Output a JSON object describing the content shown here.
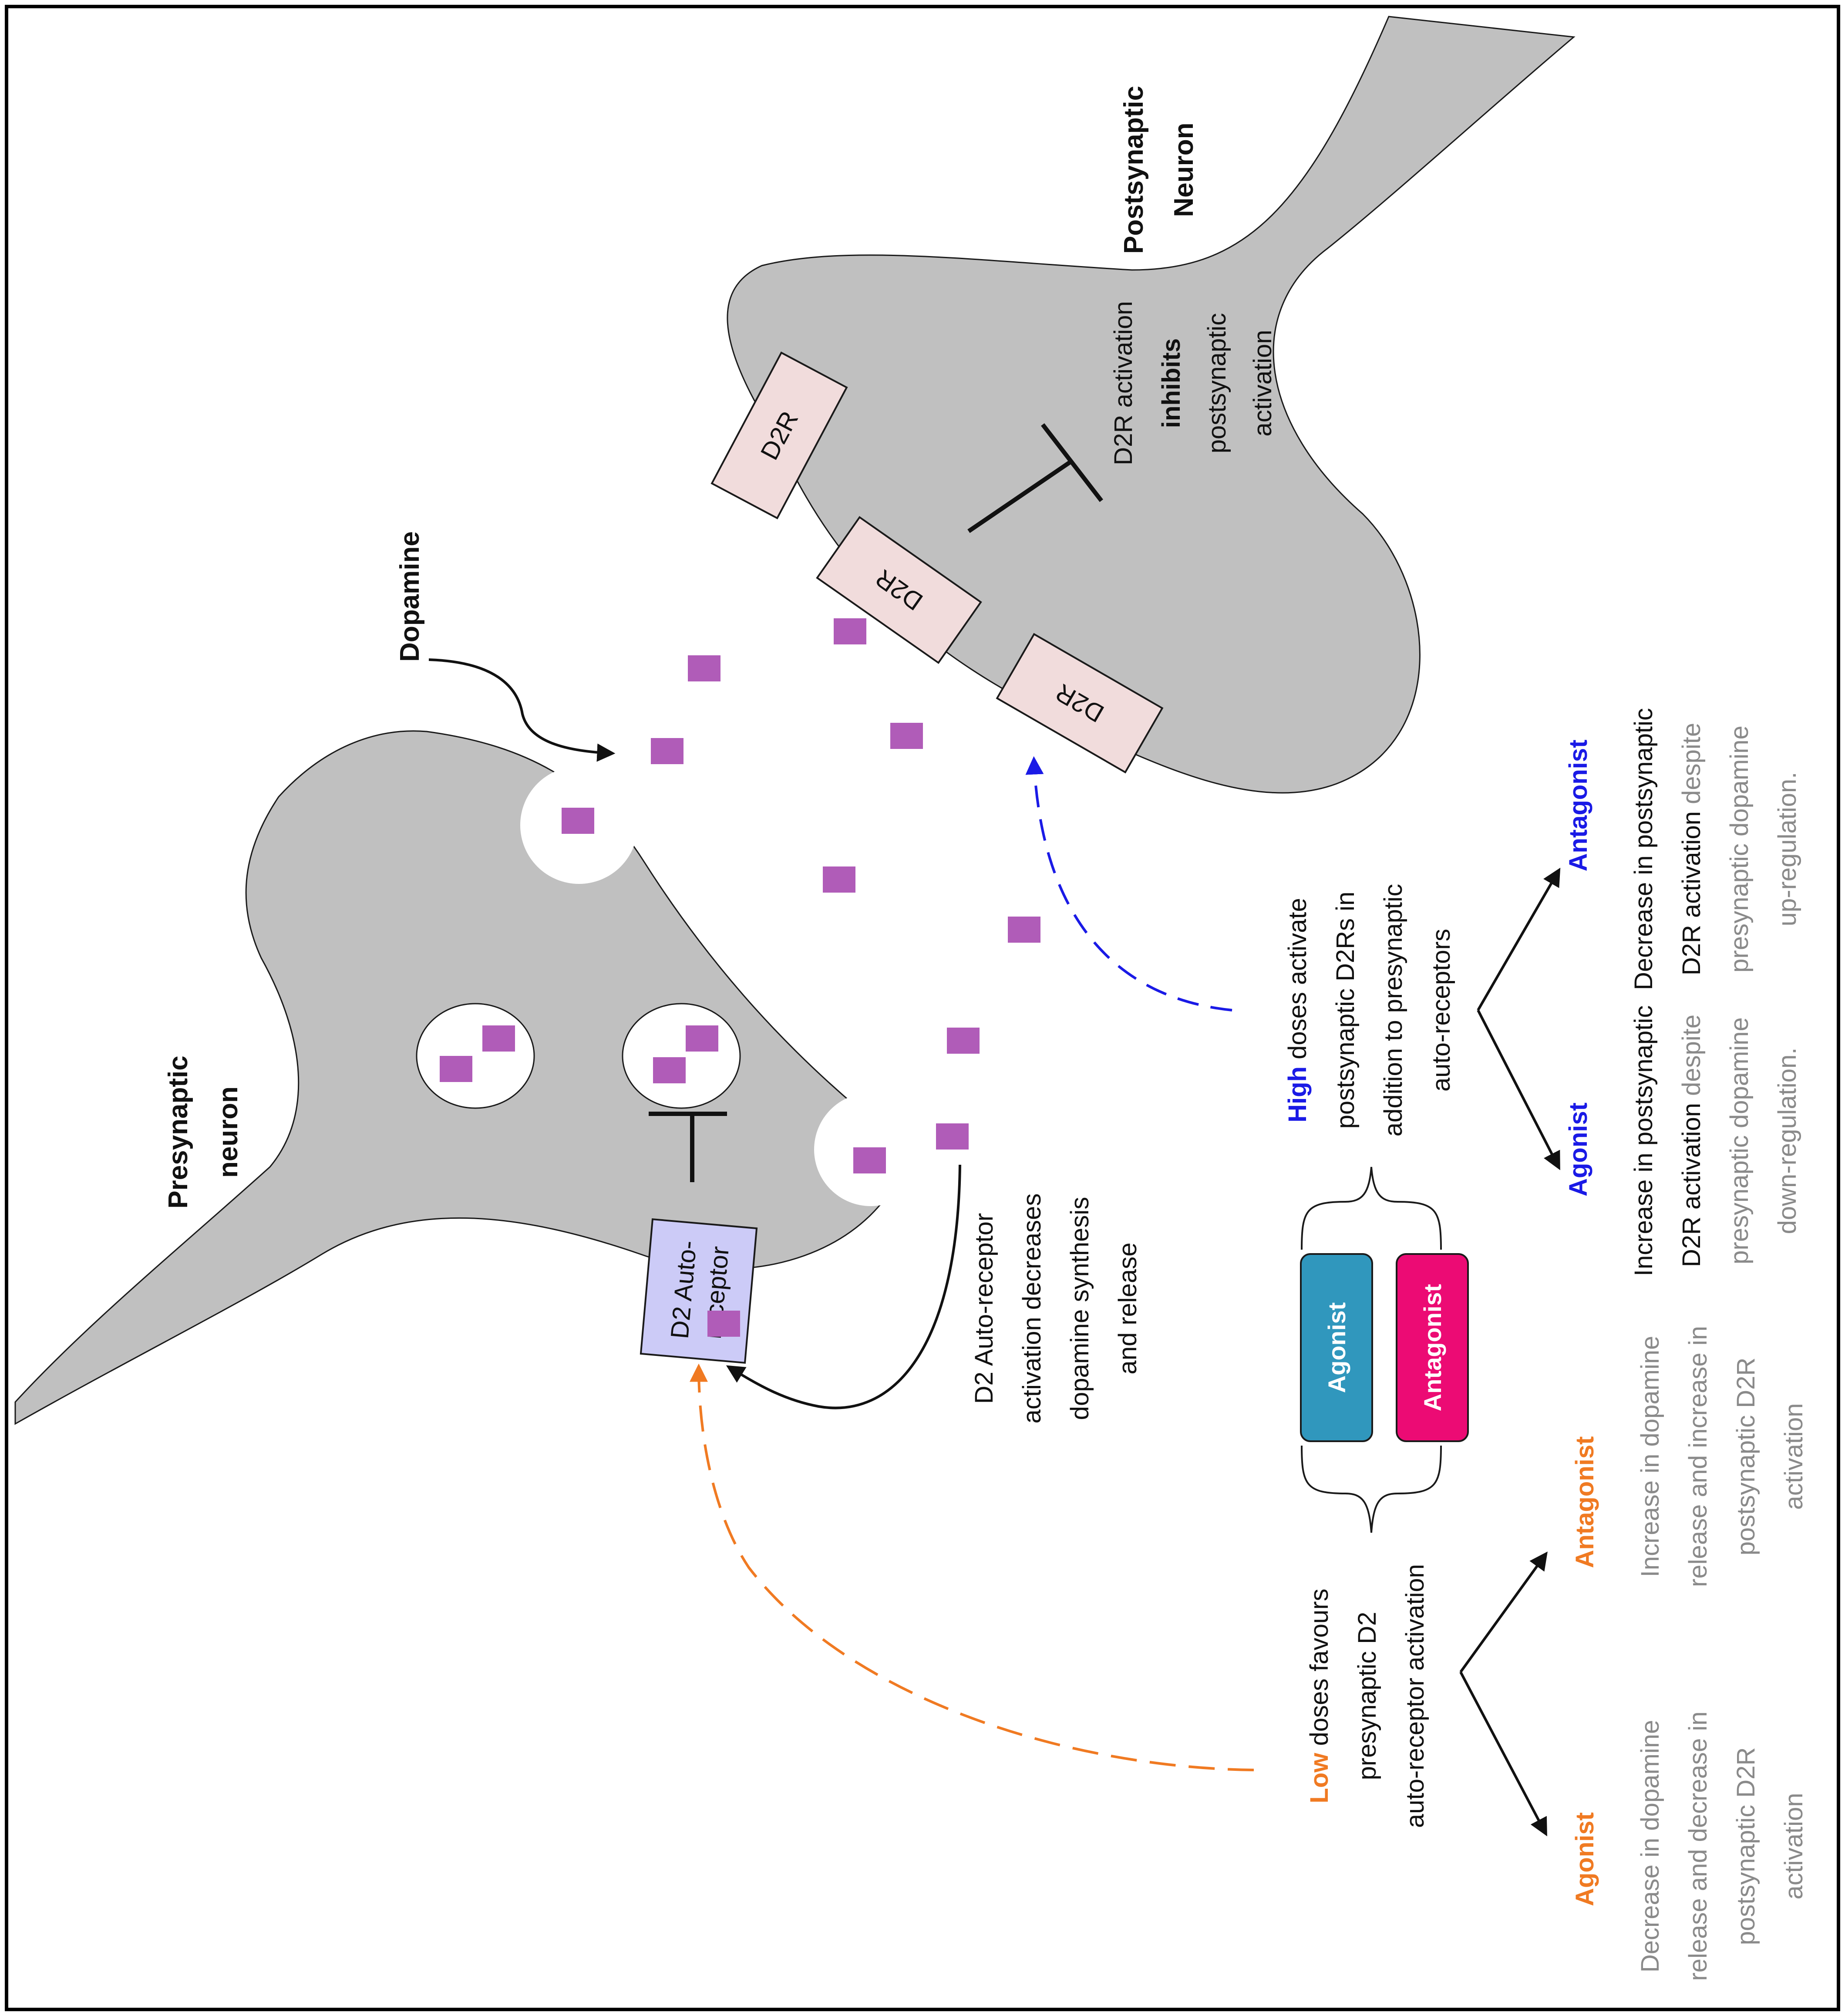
{
  "colors": {
    "neuron_fill": "#c0c0c0",
    "vesicle_fill": "#ffffff",
    "dopamine": "#b05cb8",
    "d2r_fill": "#f1dcdc",
    "autoreceptor_fill": "#cccbf7",
    "low_dose": "#f07a22",
    "high_dose": "#1a1ae6",
    "agonist_box": "#3097bd",
    "antagonist_box": "#ec0b74",
    "grey_text": "#8a8a8a"
  },
  "labels": {
    "presynaptic": "Presynaptic neuron",
    "postsynaptic": "Postsynaptic Neuron",
    "dopamine": "Dopamine",
    "autoreceptor_line1": "D2 Auto-",
    "autoreceptor_line2": "receptor",
    "d2r": "D2R",
    "autoreceptor_effect": [
      "D2 Auto-receptor",
      "activation decreases",
      "dopamine synthesis",
      "and release"
    ],
    "postsynaptic_effect_line1": "D2R activation",
    "postsynaptic_effect_bold": "inhibits",
    "postsynaptic_effect_line3": "postsynaptic",
    "postsynaptic_effect_line4": "activation"
  },
  "drug_boxes": {
    "agonist": "Agonist",
    "antagonist": "Antagonist"
  },
  "low_dose": {
    "keyword": "Low",
    "line1_rest": " doses favours",
    "line2": "presynaptic D2",
    "line3": "auto-receptor activation",
    "agonist": {
      "title": "Agonist",
      "text": [
        "Decrease in dopamine",
        "release and decrease in",
        "postsynaptic D2R",
        "activation"
      ]
    },
    "antagonist": {
      "title": "Antagonist",
      "text": [
        "Increase in dopamine",
        "release and increase in",
        "postsynaptic D2R",
        "activation"
      ]
    }
  },
  "high_dose": {
    "keyword": "High",
    "line1_rest": " doses activate",
    "line2": "postsynaptic D2Rs in",
    "line3": "addition to presynaptic",
    "line4": "auto-receptors",
    "agonist": {
      "title": "Agonist",
      "line1": "Increase in postsynaptic",
      "line2_dark": "D2R activation",
      "line2_grey": " despite",
      "line3": "presynaptic dopamine",
      "line4": "down-regulation."
    },
    "antagonist": {
      "title": "Antagonist",
      "line1": "Decrease in postsynaptic",
      "line2_dark": "D2R activation",
      "line2_grey": " despite",
      "line3": "presynaptic dopamine",
      "line4": "up-regulation."
    }
  }
}
